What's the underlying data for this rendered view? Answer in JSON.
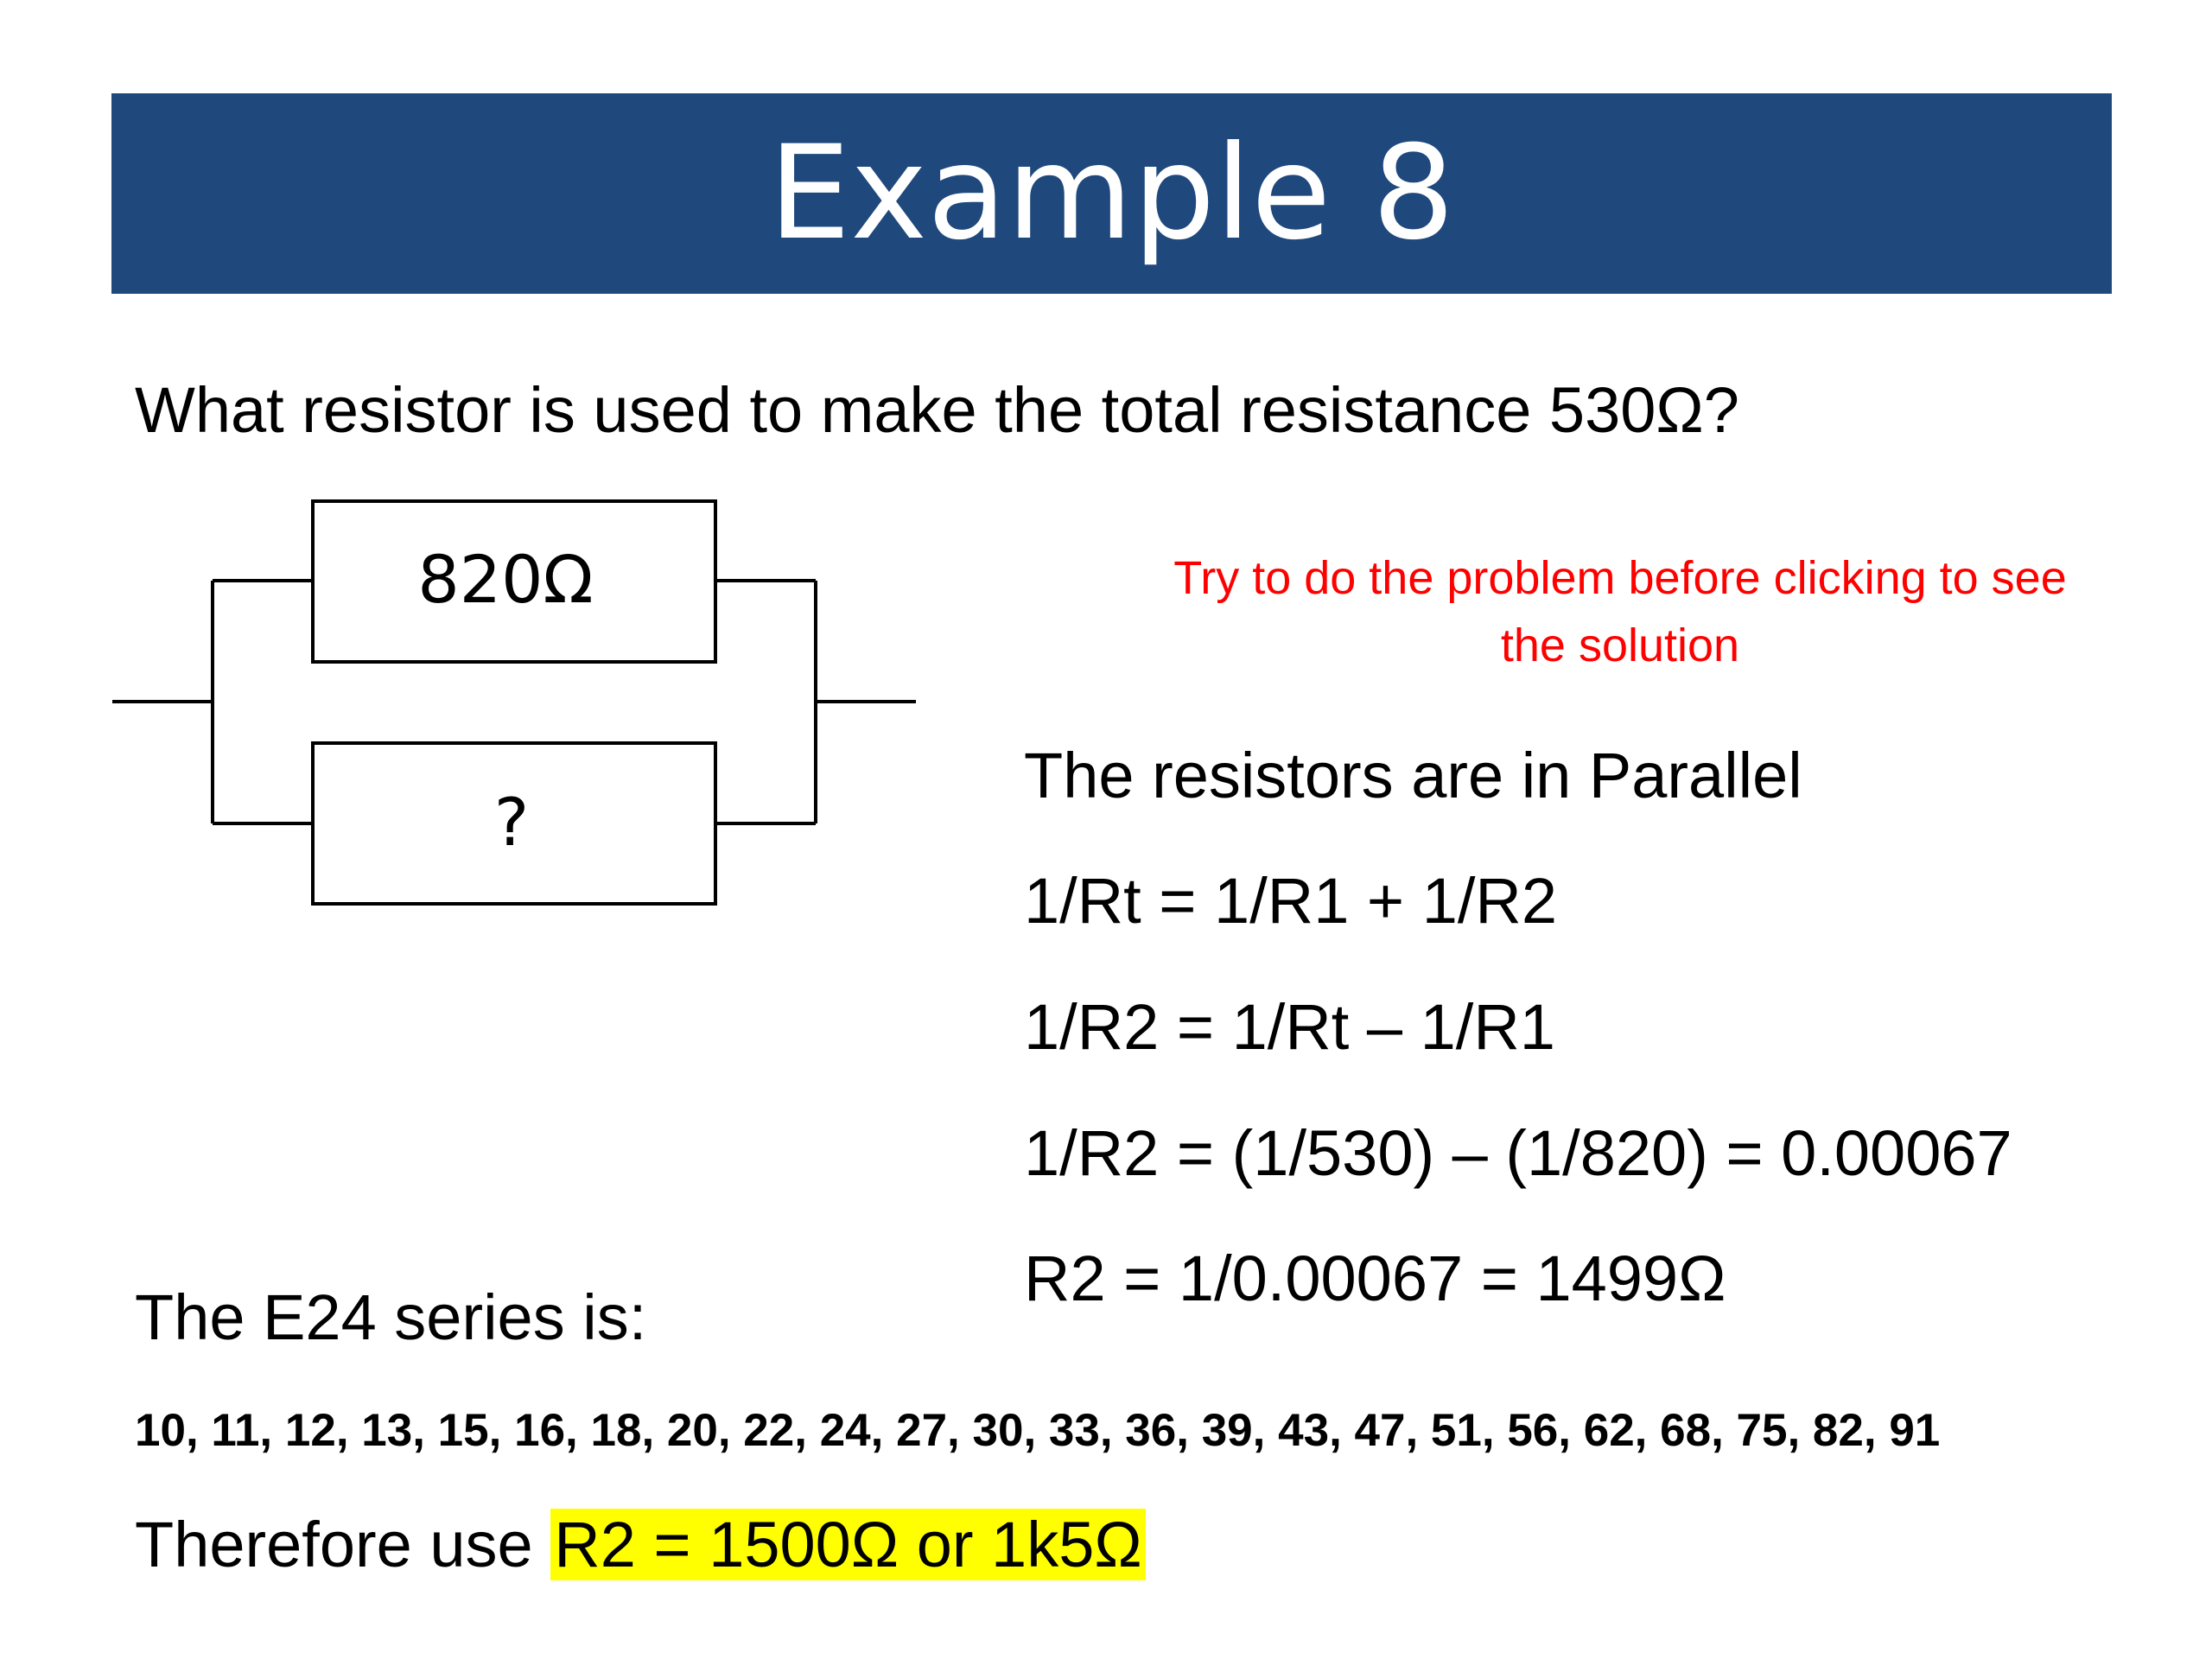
{
  "title": "Example 8",
  "question": "What resistor is used to make the total resistance 530Ω?",
  "circuit": {
    "resistor_1_label": "820Ω",
    "resistor_2_label": "?"
  },
  "hint": "Try to do the problem before clicking to see the solution",
  "working": [
    "The resistors are in Parallel",
    "1/Rt = 1/R1 + 1/R2",
    "1/R2 = 1/Rt – 1/R1",
    "1/R2 = (1/530) – (1/820) = 0.00067",
    "R2 = 1/0.00067 = 1499Ω"
  ],
  "e24": {
    "label": "The E24 series is:",
    "values": "10, 11, 12, 13, 15, 16, 18, 20, 22, 24, 27, 30, 33, 36, 39, 43, 47, 51, 56, 62, 68, 75, 82, 91"
  },
  "conclusion": {
    "prefix": "Therefore use ",
    "answer": "R2 = 1500Ω  or 1k5Ω"
  },
  "colors": {
    "title_bar": "#1f497d",
    "hint_text": "#ff0000",
    "answer_highlight": "#ffff00"
  }
}
